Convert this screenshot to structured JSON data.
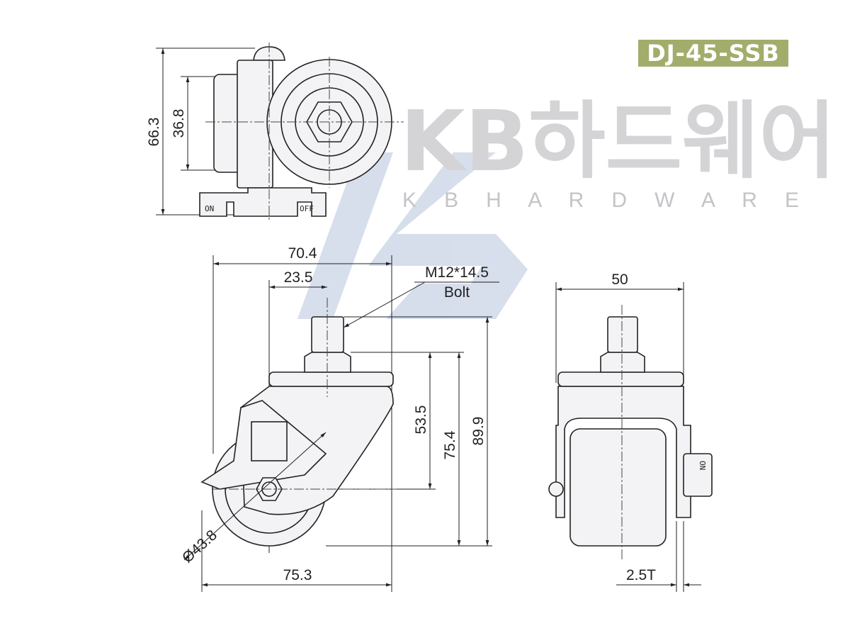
{
  "model_badge": "DJ-45-SSB",
  "colors": {
    "badge": "#a2ad6c",
    "logo_watermark": "#c9d3e6",
    "line": "#222222"
  },
  "watermark": {
    "logo": "KB",
    "brand_korean": "KB하드웨어",
    "brand_english": "K B H A R D W A R E"
  },
  "top_view": {
    "dims": {
      "overall_height": "66.3",
      "bracket_height": "36.8"
    },
    "pedal_labels": {
      "on": "ON",
      "off": "OFF"
    }
  },
  "side_view": {
    "dims": {
      "top_width": "70.4",
      "stem_offset": "23.5",
      "base_width": "75.3",
      "wheel_diameter": "Ø43.8",
      "height_nut": "53.5",
      "height_plate": "75.4",
      "total_height": "89.9"
    },
    "bolt": {
      "spec": "M12*14.5",
      "label": "Bolt"
    }
  },
  "front_view": {
    "dims": {
      "width": "50",
      "thickness": "2.5T"
    },
    "lever_label": "ON"
  }
}
